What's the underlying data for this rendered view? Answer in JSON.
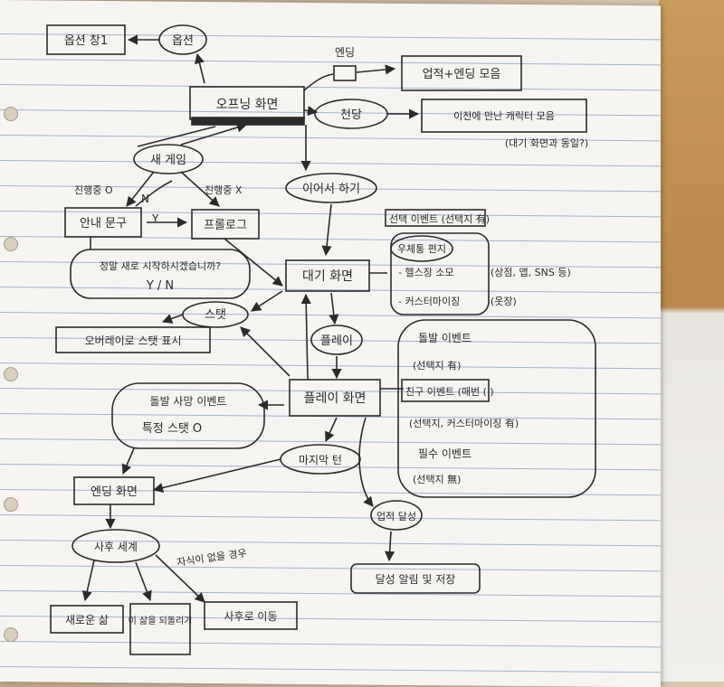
{
  "diagram": {
    "nodes": {
      "option_set": "옵션 창1",
      "option": "옵션",
      "ending_list": "엔딩",
      "achievements_endings": "업적+엔딩 모음",
      "opening_screen": "오프닝 화면",
      "heaven": "천당",
      "heaven_desc": "이전에 만난 캐릭터 모음",
      "heaven_note": "(대기 화면과 동일?)",
      "new_game": "새 게임",
      "in_progress_o": "진행중 O",
      "in_progress_x": "진행중 X",
      "n_label": "N",
      "y_label": "Y",
      "guide_text": "안내 문구",
      "prologue": "프롤로그",
      "continue": "이어서 하기",
      "confirm_text": "정말 새로 시작하시겠습니까?",
      "yn": "Y / N",
      "waiting_screen": "대기 화면",
      "select_event": "선택 이벤트 (선택지 有)",
      "item1": "우체통 편지",
      "item2": "- 헬스장 소모",
      "item2_note": "(상점, 앱, SNS 등)",
      "item3": "- 커스터마이징",
      "item3_note": "(옷장)",
      "stats": "스탯",
      "stat_display": "오버레이로 스탯 표시",
      "play": "플레이",
      "play_screen": "플레이 화면",
      "sudden_death": "돌발 사망 이벤트",
      "special_stat": "특정 스탯 O",
      "sudden_event": "돌발 이벤트",
      "sudden_event_note": "(선택지 有)",
      "friend_event": "친구 이벤트 (매번 ( )",
      "friend_event_note": "(선택지, 커스터마이징 有)",
      "required_event": "필수 이벤트",
      "required_event_note": "(선택지 無)",
      "last_turn": "마지막 턴",
      "achievement_unlock": "업적 달성",
      "achievement_result": "달성 알림 및 저장",
      "ending_screen": "엔딩 화면",
      "after_life": "사후 세계",
      "if_committed": "자식이 없을 경우",
      "reborn": "새로운 삶",
      "this_life": "이 삶을 되돌리기",
      "end_life": "사후로 이동"
    }
  }
}
